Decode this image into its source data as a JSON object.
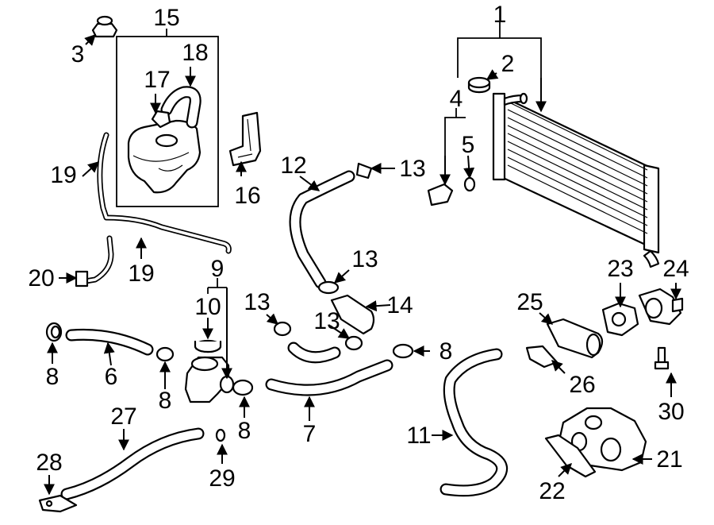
{
  "callouts": [
    {
      "id": "c1",
      "text": "1"
    },
    {
      "id": "c2",
      "text": "2"
    },
    {
      "id": "c3",
      "text": "3"
    },
    {
      "id": "c4",
      "text": "4"
    },
    {
      "id": "c5",
      "text": "5"
    },
    {
      "id": "c6",
      "text": "6"
    },
    {
      "id": "c7",
      "text": "7"
    },
    {
      "id": "c8a",
      "text": "8"
    },
    {
      "id": "c8b",
      "text": "8"
    },
    {
      "id": "c8c",
      "text": "8"
    },
    {
      "id": "c8d",
      "text": "8"
    },
    {
      "id": "c9",
      "text": "9"
    },
    {
      "id": "c10",
      "text": "10"
    },
    {
      "id": "c11",
      "text": "11"
    },
    {
      "id": "c12",
      "text": "12"
    },
    {
      "id": "c13a",
      "text": "13"
    },
    {
      "id": "c13b",
      "text": "13"
    },
    {
      "id": "c13c",
      "text": "13"
    },
    {
      "id": "c13d",
      "text": "13"
    },
    {
      "id": "c14",
      "text": "14"
    },
    {
      "id": "c15",
      "text": "15"
    },
    {
      "id": "c16",
      "text": "16"
    },
    {
      "id": "c17",
      "text": "17"
    },
    {
      "id": "c18",
      "text": "18"
    },
    {
      "id": "c19a",
      "text": "19"
    },
    {
      "id": "c19b",
      "text": "19"
    },
    {
      "id": "c20",
      "text": "20"
    },
    {
      "id": "c21",
      "text": "21"
    },
    {
      "id": "c22",
      "text": "22"
    },
    {
      "id": "c23",
      "text": "23"
    },
    {
      "id": "c24",
      "text": "24"
    },
    {
      "id": "c25",
      "text": "25"
    },
    {
      "id": "c26",
      "text": "26"
    },
    {
      "id": "c27",
      "text": "27"
    },
    {
      "id": "c28",
      "text": "28"
    },
    {
      "id": "c29",
      "text": "29"
    },
    {
      "id": "c30",
      "text": "30"
    }
  ]
}
